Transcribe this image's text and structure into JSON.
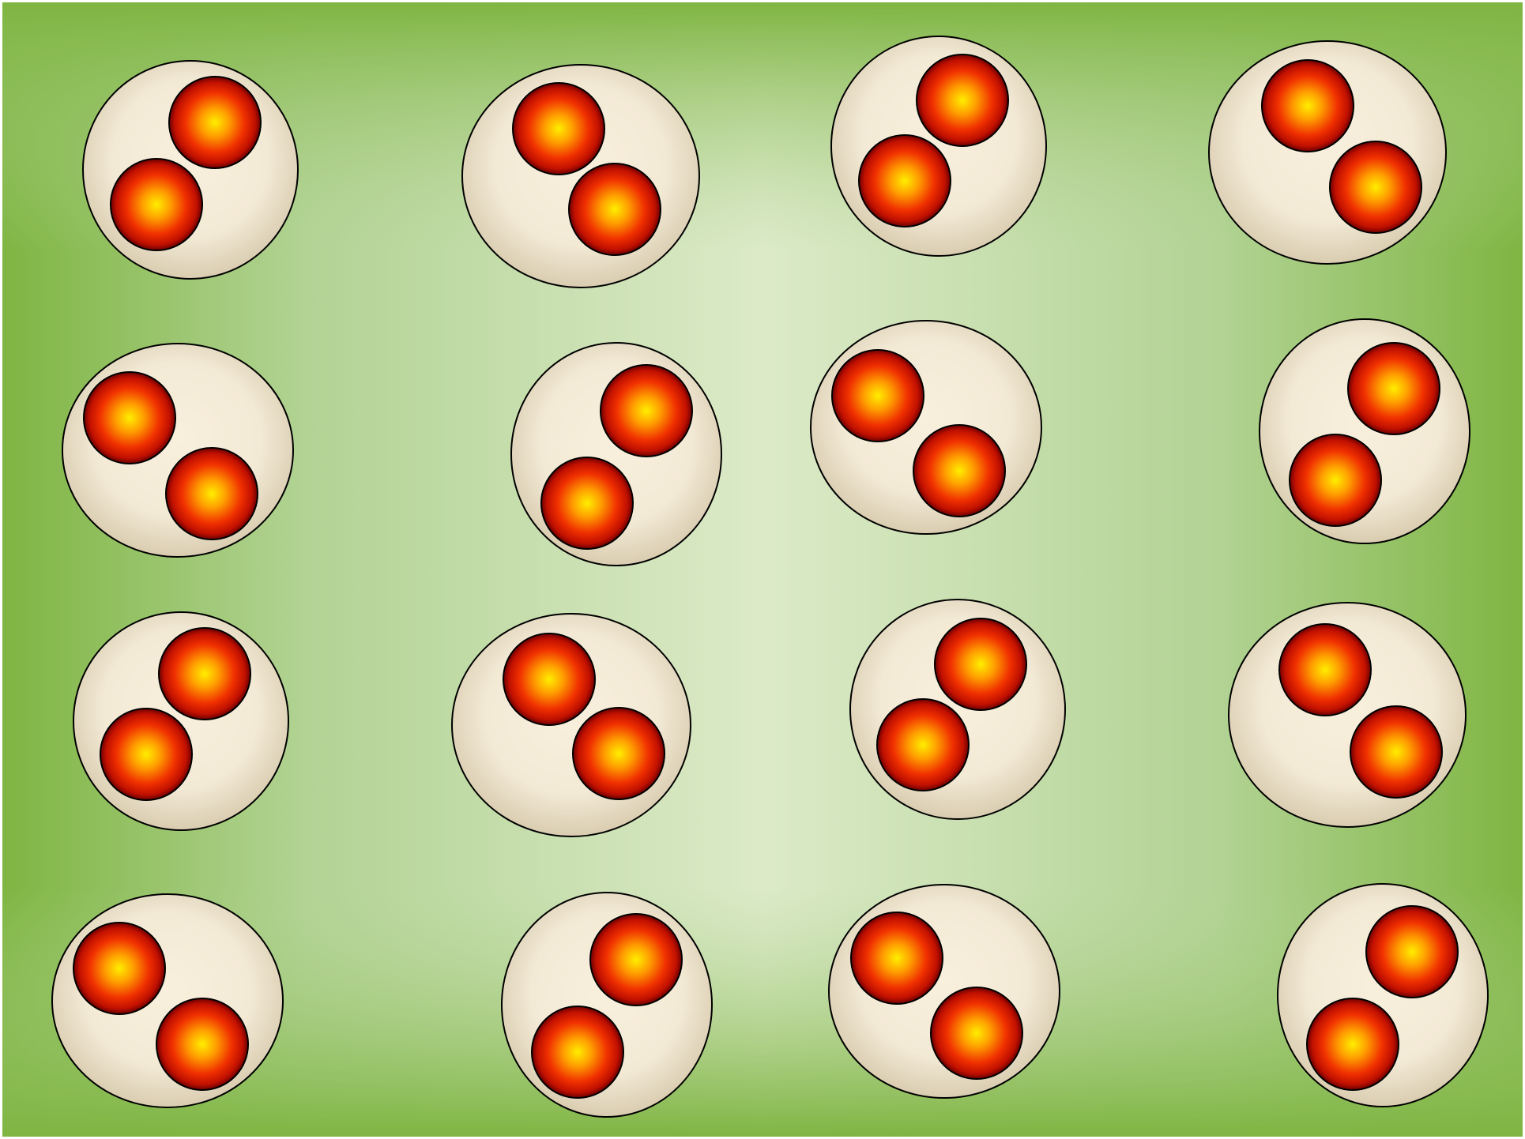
{
  "colors": {
    "panel_edge": "#7fb542",
    "panel_center": "#dceac8",
    "panel_mid": "#b3d497",
    "frame_border": "#ffffff",
    "cell_center": "#f8efdc",
    "cell_edge": "#ddd1b8",
    "cell_outline": "#000000",
    "particle_core": "#ffe400",
    "particle_mid": "#ff7a00",
    "particle_outer": "#e01000",
    "particle_rim": "#7a0000",
    "particle_outline": "#000000"
  },
  "grid": {
    "rows": 4,
    "columns": 4,
    "particles_per_cell": 2
  },
  "cells": [
    {
      "name": "cell-r1-c1",
      "row": 1,
      "column": 1,
      "particles": 2
    },
    {
      "name": "cell-r1-c2",
      "row": 1,
      "column": 2,
      "particles": 2
    },
    {
      "name": "cell-r1-c3",
      "row": 1,
      "column": 3,
      "particles": 2
    },
    {
      "name": "cell-r1-c4",
      "row": 1,
      "column": 4,
      "particles": 2
    },
    {
      "name": "cell-r2-c1",
      "row": 2,
      "column": 1,
      "particles": 2
    },
    {
      "name": "cell-r2-c2",
      "row": 2,
      "column": 2,
      "particles": 2
    },
    {
      "name": "cell-r2-c3",
      "row": 2,
      "column": 3,
      "particles": 2
    },
    {
      "name": "cell-r2-c4",
      "row": 2,
      "column": 4,
      "particles": 2
    },
    {
      "name": "cell-r3-c1",
      "row": 3,
      "column": 1,
      "particles": 2
    },
    {
      "name": "cell-r3-c2",
      "row": 3,
      "column": 2,
      "particles": 2
    },
    {
      "name": "cell-r3-c3",
      "row": 3,
      "column": 3,
      "particles": 2
    },
    {
      "name": "cell-r3-c4",
      "row": 3,
      "column": 4,
      "particles": 2
    },
    {
      "name": "cell-r4-c1",
      "row": 4,
      "column": 1,
      "particles": 2
    },
    {
      "name": "cell-r4-c2",
      "row": 4,
      "column": 2,
      "particles": 2
    },
    {
      "name": "cell-r4-c3",
      "row": 4,
      "column": 3,
      "particles": 2
    },
    {
      "name": "cell-r4-c4",
      "row": 4,
      "column": 4,
      "particles": 2
    }
  ]
}
